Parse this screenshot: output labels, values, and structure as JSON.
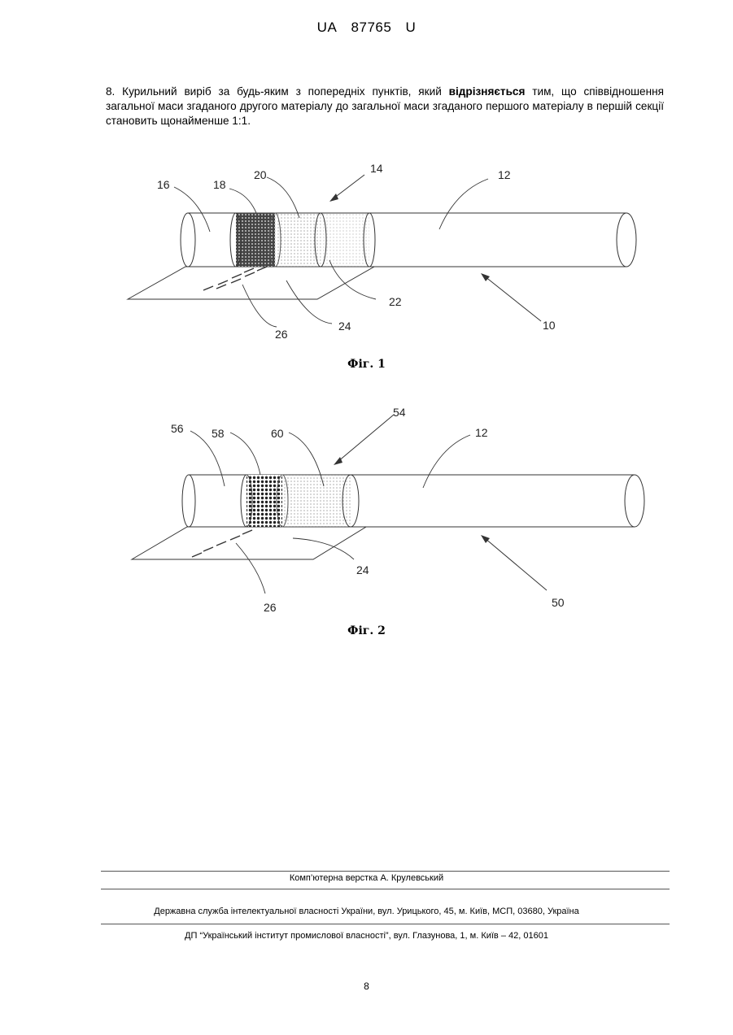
{
  "header": {
    "prefix": "UA",
    "number": "87765",
    "suffix": "U"
  },
  "claim": {
    "before": "8. Курильний виріб за будь-яким з попередніх пунктів, який ",
    "bold": "відрізняється",
    "after": " тим, що співвідношення загальної маси згаданого другого матеріалу до загальної маси згаданого першого матеріалу в першій секції становить щонайменше 1:1."
  },
  "figure1": {
    "caption": "Фіг. 1",
    "labels": [
      "16",
      "18",
      "20",
      "14",
      "12",
      "22",
      "10",
      "24",
      "26"
    ]
  },
  "figure2": {
    "caption": "Фіг. 2",
    "labels": [
      "56",
      "58",
      "60",
      "54",
      "12",
      "24",
      "50",
      "26"
    ]
  },
  "footer": {
    "typesetter": "Комп’ютерна верстка А. Крулевський",
    "agency": "Державна служба інтелектуальної власності України, вул. Урицького, 45, м. Київ, МСП, 03680, Україна",
    "institute": "ДП “Український інститут промислової власності”, вул. Глазунова, 1, м. Київ – 42, 01601"
  },
  "page_number": "8"
}
